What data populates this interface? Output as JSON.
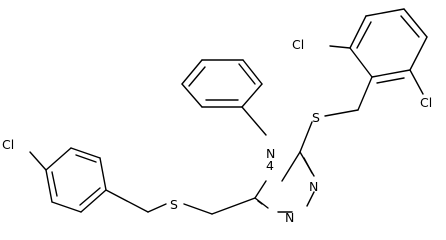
{
  "structure": {
    "labels": {
      "cl_left": "Cl",
      "cl_top": "Cl",
      "cl_right": "Cl",
      "s_bridge": "S",
      "s_upper": "S",
      "n4": "N",
      "n4_suffix": "4",
      "n2": "N",
      "n1": "N"
    },
    "colors": {
      "stroke": "#000000",
      "background": "#ffffff"
    }
  }
}
